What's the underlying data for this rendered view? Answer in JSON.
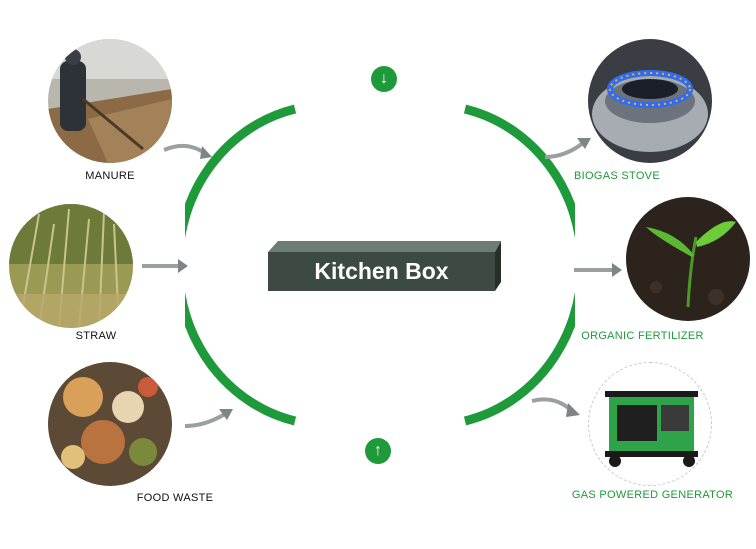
{
  "center": {
    "title": "Kitchen Box"
  },
  "inputs": [
    {
      "label": "MANURE",
      "icon": "manure-photo-icon"
    },
    {
      "label": "STRAW",
      "icon": "straw-photo-icon"
    },
    {
      "label": "FOOD WASTE",
      "icon": "food-waste-photo-icon"
    }
  ],
  "outputs": [
    {
      "label": "BIOGAS STOVE",
      "icon": "biogas-stove-photo-icon"
    },
    {
      "label": "ORGANIC FERTILIZER",
      "icon": "organic-fertilizer-photo-icon"
    },
    {
      "label": "GAS POWERED GENERATOR",
      "icon": "generator-photo-icon"
    }
  ],
  "markers": {
    "top": "↓",
    "bottom": "↑"
  },
  "colors": {
    "accent_green": "#1e9a3a",
    "box": "#3c4a43",
    "input_label": "#111111",
    "output_label": "#1f9a3a"
  }
}
